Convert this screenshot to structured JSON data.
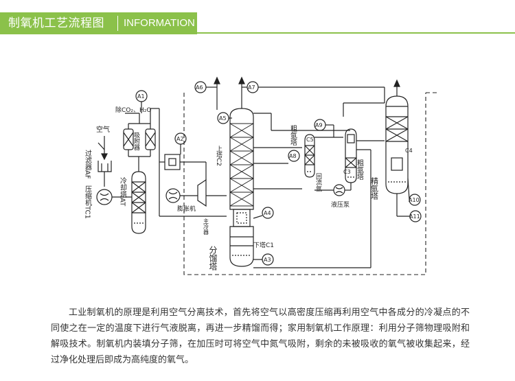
{
  "header": {
    "title": "制氧机工艺流程图",
    "subtitle": "INFORMATION",
    "accent_color": "#8bc14a"
  },
  "diagram": {
    "labels": {
      "air": "空气",
      "filter": "过滤器AF",
      "compressor": "压缩机TC1",
      "remove": "除CO₂、H₂O",
      "adsorber": "吸附器",
      "cooler": "冷却塔AT",
      "expander": "膨胀机",
      "upper": "上塔C2",
      "main_cooler": "主冷器",
      "lower": "下塔C1",
      "fractionator": "分馏塔",
      "crude_argon_1": "粗氩塔",
      "return_line": "回流氩",
      "crude_argon_2": "粗氩塔",
      "lp_pump": "液压泵",
      "pure_argon": "精氩塔",
      "c5": "C5",
      "c3": "C3",
      "c4": "C4"
    },
    "analyzers": [
      "A1",
      "A2",
      "A3",
      "A4",
      "A5",
      "A6",
      "A7",
      "A8",
      "A9",
      "A10",
      "A11"
    ]
  },
  "description": "工业制氧机的原理是利用空气分离技术，首先将空气以高密度压缩再利用空气中各成分的冷凝点的不同使之在一定的温度下进行气液脱离，再进一步精馏而得；家用制氧机工作原理：利用分子筛物理吸附和解吸技术。制氧机内装填分子筛，在加压时可将空气中氮气吸附，剩余的未被吸收的氧气被收集起来，经过净化处理后即成为高纯度的氧气。"
}
